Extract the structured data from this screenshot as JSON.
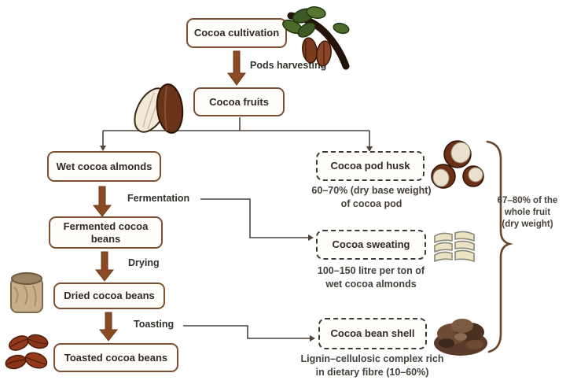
{
  "nodes": {
    "cultivation": "Cocoa cultivation",
    "fruits": "Cocoa fruits",
    "wet": "Wet cocoa almonds",
    "fermented": "Fermented cocoa beans",
    "dried": "Dried cocoa beans",
    "toasted": "Toasted cocoa beans"
  },
  "process_labels": {
    "harvesting": "Pods harvesting",
    "fermentation": "Fermentation",
    "drying": "Drying",
    "toasting": "Toasting"
  },
  "byproducts": [
    {
      "name": "Cocoa pod husk",
      "note": "60–70% (dry base weight) of cocoa pod"
    },
    {
      "name": "Cocoa sweating",
      "note": "100–150 litre per ton of wet cocoa almonds"
    },
    {
      "name": "Cocoa bean shell",
      "note": "Lignin–cellulosic complex rich in dietary fibre (10–60%)"
    }
  ],
  "bracket_note": "67–80% of the whole fruit (dry weight)",
  "icons": [
    "cocoa-branch-icon",
    "cocoa-pods-icon",
    "bean-sack-icon",
    "toasted-beans-icon",
    "pod-husks-icon",
    "sweating-pulp-icon",
    "bean-shell-pile-icon"
  ],
  "colors": {
    "box_border": "#7e4f33",
    "dashed_border": "#3f3b36",
    "block_arrow": "#8a4a24",
    "connector": "#4e443c",
    "brace": "#6b4527",
    "pod_brown": "#6b3418",
    "husk_inner": "#e9e1cd",
    "leaf_green": "#4a6b2a"
  }
}
